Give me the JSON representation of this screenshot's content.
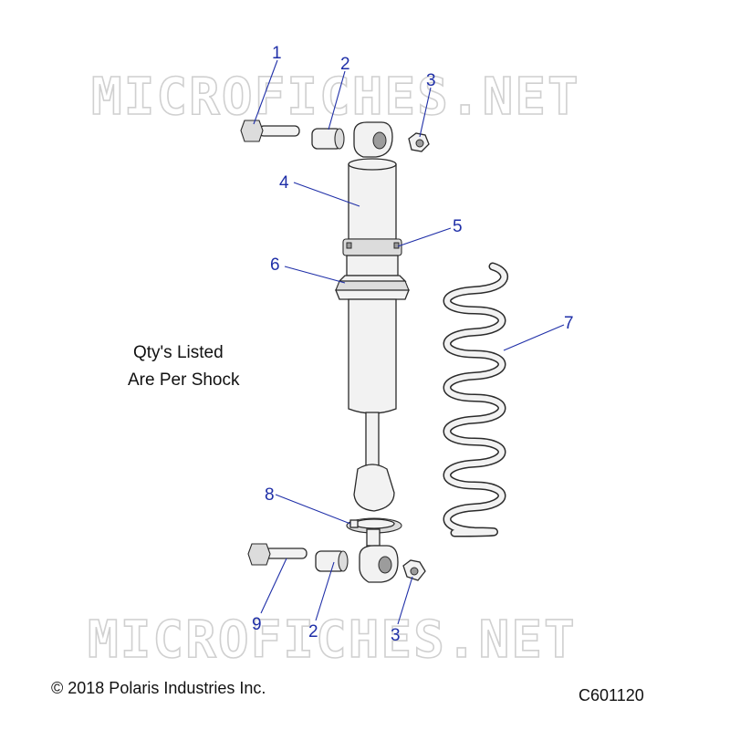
{
  "watermark": "MICROFICHES.NET",
  "note": {
    "line1": "Qty's Listed",
    "line2": "Are Per Shock"
  },
  "copyright": "© 2018 Polaris Industries Inc.",
  "diagram_code": "C601120",
  "callouts": {
    "c1": "1",
    "c2_top": "2",
    "c3_top": "3",
    "c4": "4",
    "c5": "5",
    "c6": "6",
    "c7": "7",
    "c8": "8",
    "c9": "9",
    "c2_bottom": "2",
    "c3_bottom": "3"
  },
  "colors": {
    "callout": "#1f2fa8",
    "watermark": "#d0d0d0",
    "part_fill": "#f2f2f2",
    "outline": "#2a2a2a"
  }
}
